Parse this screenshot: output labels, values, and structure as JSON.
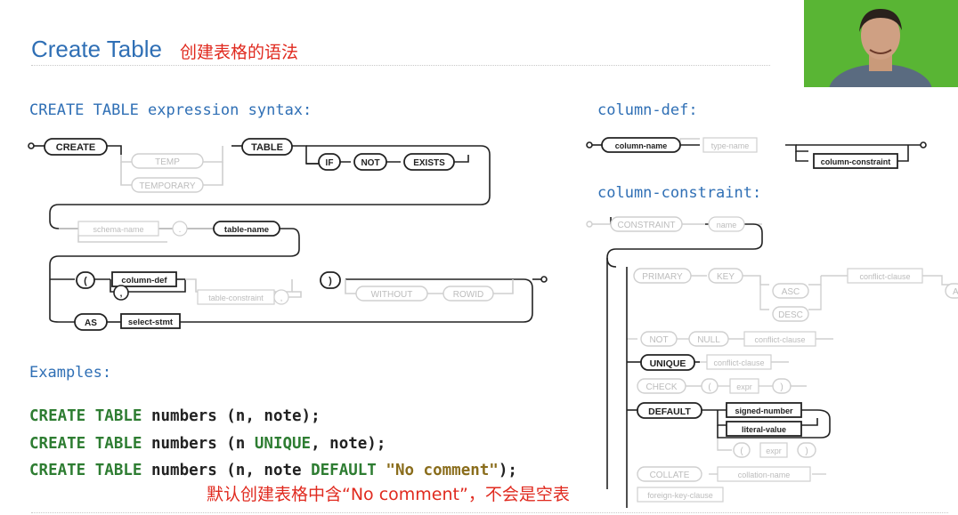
{
  "slide": {
    "title": "Create Table",
    "title_cn": "创建表格的语法",
    "syntax_heading": "CREATE TABLE expression syntax:",
    "coldef_heading": "column-def:",
    "colcon_heading": "column-constraint:",
    "examples_heading": "Examples:",
    "note_cn": "默认创建表格中含“No comment”，不会是空表"
  },
  "examples": [
    {
      "kw1": "CREATE TABLE",
      "t1": " numbers (n, note);"
    },
    {
      "kw1": "CREATE TABLE",
      "t1": " numbers (n ",
      "kw2": "UNIQUE",
      "t2": ", note);"
    },
    {
      "kw1": "CREATE TABLE",
      "t1": " numbers (n, note ",
      "kw2": "DEFAULT",
      "t2": " ",
      "str": "\"No comment\"",
      "t3": ");"
    }
  ],
  "create_diagram": {
    "create": "CREATE",
    "temp": "TEMP",
    "temporary": "TEMPORARY",
    "table": "TABLE",
    "if": "IF",
    "not": "NOT",
    "exists": "EXISTS",
    "schema_name": "schema-name",
    "dot": ".",
    "table_name": "table-name",
    "lparen": "(",
    "column_def": "column-def",
    "comma": ",",
    "table_constraint": "table-constraint",
    "comma2": ",",
    "rparen": ")",
    "without": "WITHOUT",
    "rowid": "ROWID",
    "as": "AS",
    "select_stmt": "select-stmt"
  },
  "coldef_diagram": {
    "column_name": "column-name",
    "type_name": "type-name",
    "column_constraint": "column-constraint"
  },
  "colcon_diagram": {
    "constraint": "CONSTRAINT",
    "name": "name",
    "primary": "PRIMARY",
    "key": "KEY",
    "asc": "ASC",
    "desc": "DESC",
    "conflict1": "conflict-clause",
    "a": "A",
    "not": "NOT",
    "null": "NULL",
    "conflict2": "conflict-clause",
    "unique": "UNIQUE",
    "conflict3": "conflict-clause",
    "check": "CHECK",
    "lp1": "(",
    "expr1": "expr",
    "rp1": ")",
    "default": "DEFAULT",
    "signed_number": "signed-number",
    "literal_value": "literal-value",
    "lp2": "(",
    "expr2": "expr",
    "rp2": ")",
    "collate": "COLLATE",
    "collation_name": "collation-name",
    "foreign_key": "foreign-key-clause"
  },
  "colors": {
    "title_blue": "#2f6fb5",
    "red_note": "#e02a1f",
    "keyword_green": "#2e7d32",
    "string_brown": "#8a6d1c",
    "webcam_green": "#59b534"
  }
}
